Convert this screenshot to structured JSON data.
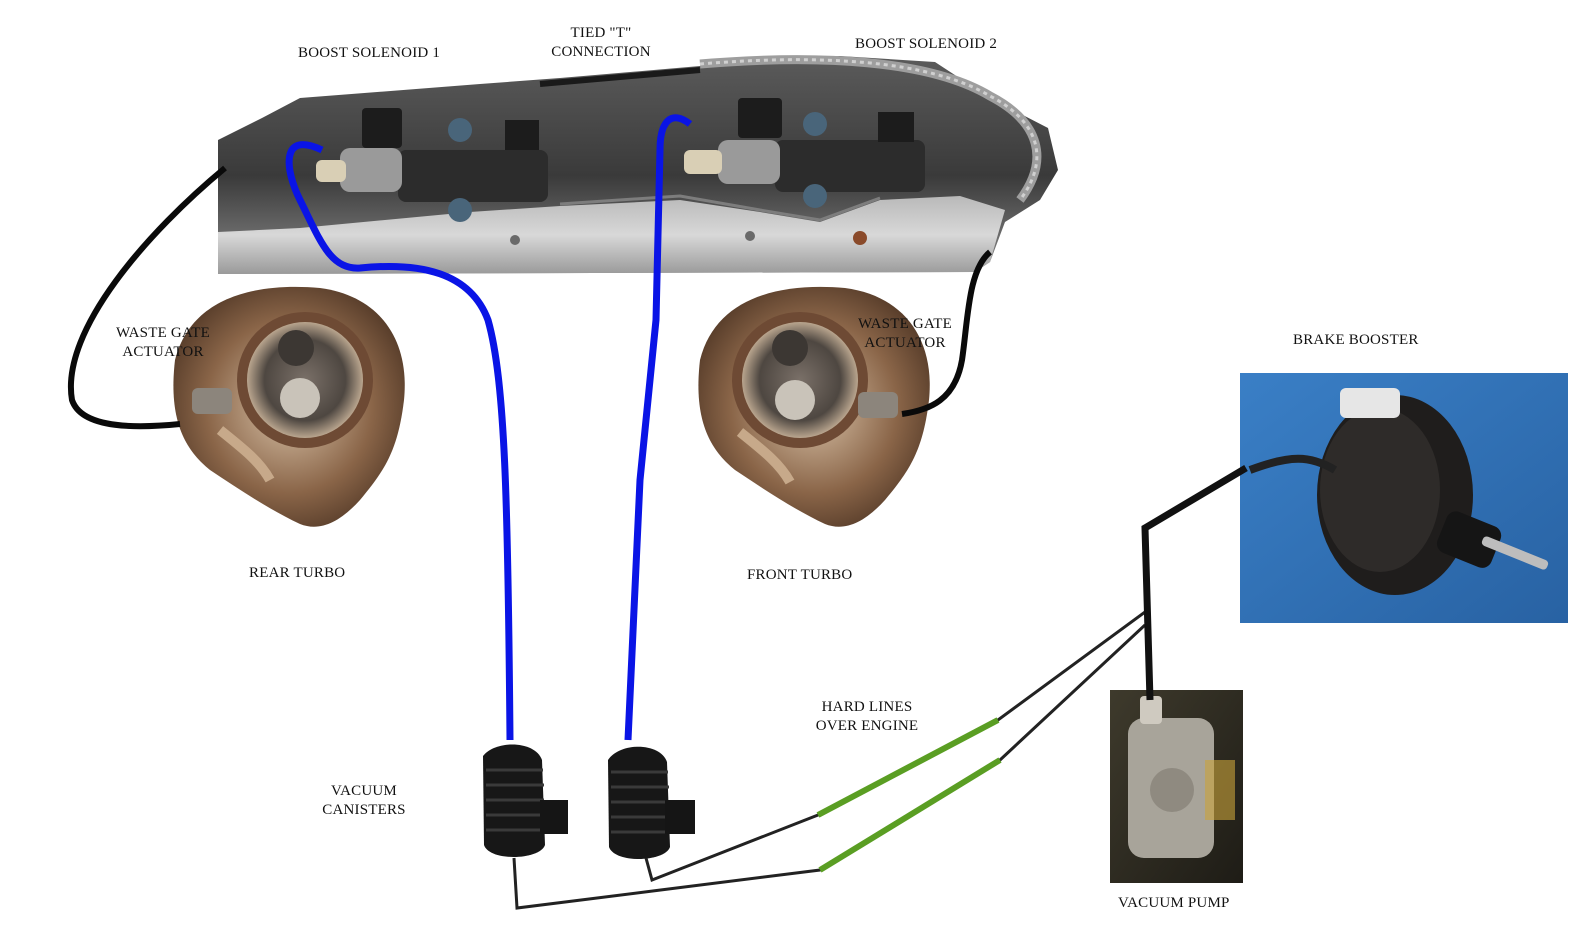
{
  "labels": {
    "boost_solenoid_1": "BOOST SOLENOID 1",
    "tied_t_line1": "TIED \"T\"",
    "tied_t_line2": "CONNECTION",
    "boost_solenoid_2": "BOOST SOLENOID 2",
    "wastegate_rear_line1": "WASTE GATE",
    "wastegate_rear_line2": "ACTUATOR",
    "wastegate_front_line1": "WASTE GATE",
    "wastegate_front_line2": "ACTUATOR",
    "rear_turbo": "REAR TURBO",
    "front_turbo": "FRONT TURBO",
    "brake_booster": "BRAKE BOOSTER",
    "hard_lines_line1": "HARD LINES",
    "hard_lines_line2": "OVER ENGINE",
    "vacuum_canisters_line1": "VACUUM",
    "vacuum_canisters_line2": "CANISTERS",
    "vacuum_pump": "VACUUM PUMP"
  },
  "colors": {
    "vacuum_hose_blue": "#0a14e6",
    "wastegate_hose_black": "#0a0a0a",
    "hard_line_green": "#5a9e23",
    "thin_line": "#222222",
    "booster_bg": "#2f73b8"
  }
}
